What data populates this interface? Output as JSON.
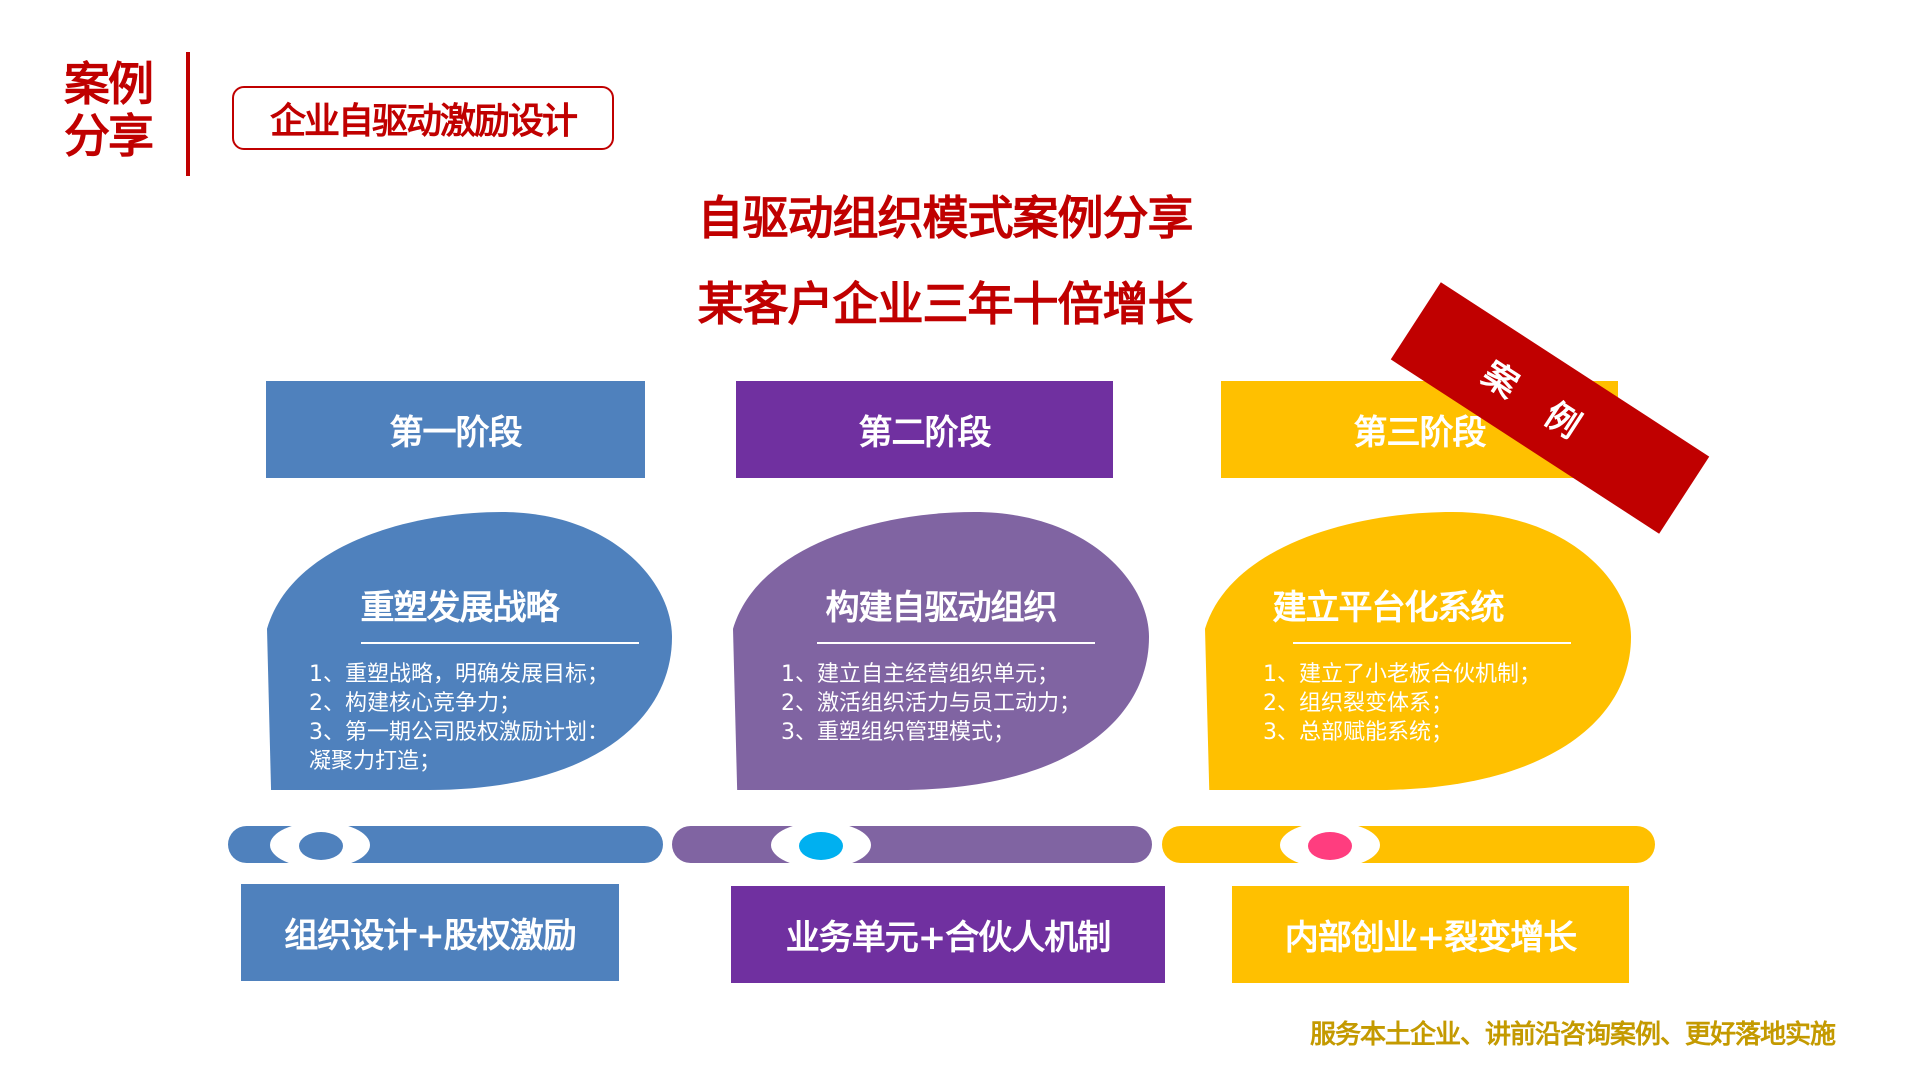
{
  "header": {
    "tag_line1": "案例",
    "tag_line2": "分享",
    "section_title": "企业自驱动激励设计"
  },
  "titles": {
    "main": "自驱动组织模式案例分享",
    "sub": "某客户企业三年十倍增长"
  },
  "ribbon": "案例",
  "colors": {
    "blue": "#4f81bd",
    "purple": "#7030a0",
    "purple_light": "#8064a2",
    "gold": "#ffc000",
    "red": "#c00000",
    "cyan": "#00b0f0",
    "pink": "#ff3d7f"
  },
  "stages": [
    {
      "label": "第一阶段",
      "heading": "重塑发展战略",
      "items": [
        "1、重塑战略，明确发展目标；",
        "2、构建核心竞争力；",
        "3、第一期公司股权激励计划：",
        "凝聚力打造；"
      ],
      "bottom": "组织设计+股权激励"
    },
    {
      "label": "第二阶段",
      "heading": "构建自驱动组织",
      "items": [
        "1、建立自主经营组织单元；",
        "2、激活组织活力与员工动力；",
        "3、重塑组织管理模式；"
      ],
      "bottom": "业务单元+合伙人机制"
    },
    {
      "label": "第三阶段",
      "heading": "建立平台化系统",
      "items": [
        "1、建立了小老板合伙机制；",
        "2、组织裂变体系；",
        "3、总部赋能系统；"
      ],
      "bottom": "内部创业+裂变增长"
    }
  ],
  "footer": "服务本土企业、讲前沿咨询案例、更好落地实施"
}
